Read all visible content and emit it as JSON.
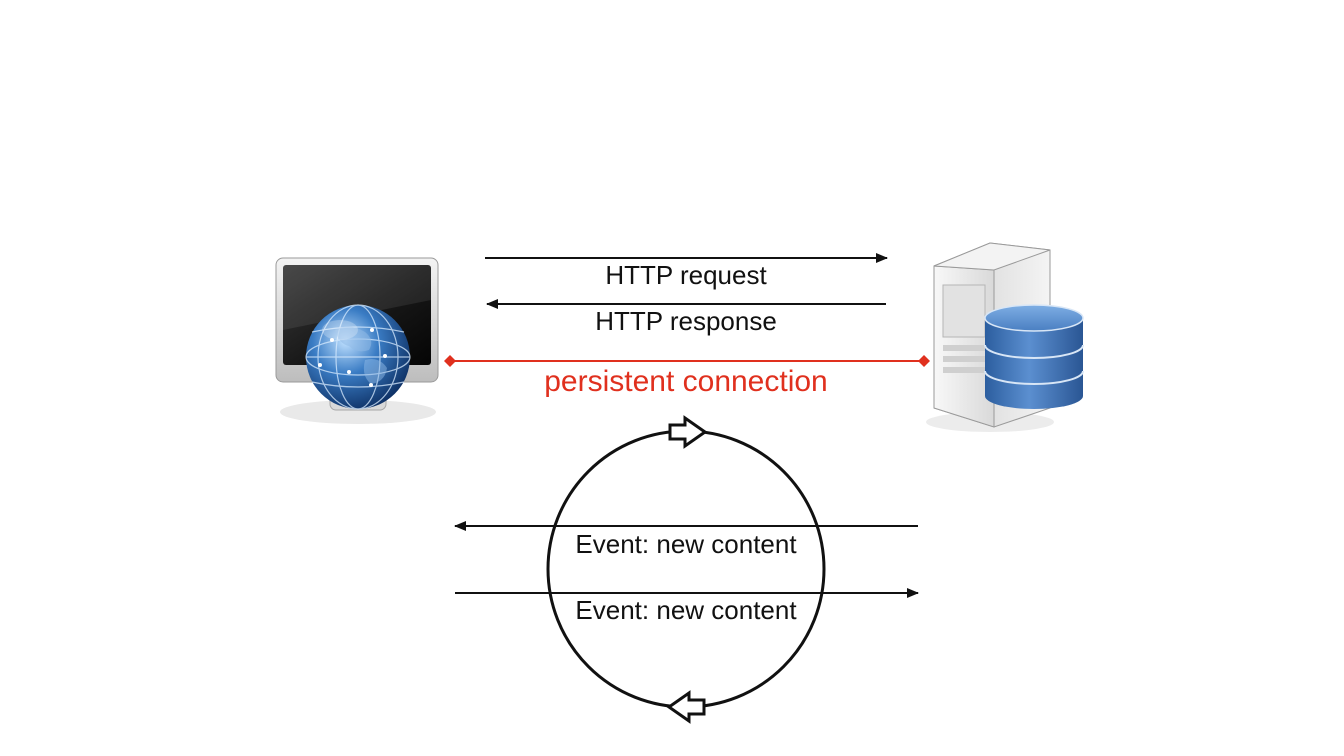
{
  "colors": {
    "background": "#ffffff",
    "line": "#111111",
    "persistent": "#e0301e",
    "monitor_frame": "#d6d6d6",
    "monitor_screen": "#1c1c1c",
    "globe": "#2f6fb2",
    "server_body": "#e6e6e6",
    "database": "#3d73b8"
  },
  "icons": {
    "client": "monitor-globe-icon",
    "server": "server-database-icon",
    "loop": "cycle-loop-icon"
  },
  "labels": {
    "http_request": "HTTP request",
    "http_response": "HTTP response",
    "persistent_connection": "persistent connection",
    "event_1": "Event: new content",
    "event_2": "Event: new content"
  }
}
